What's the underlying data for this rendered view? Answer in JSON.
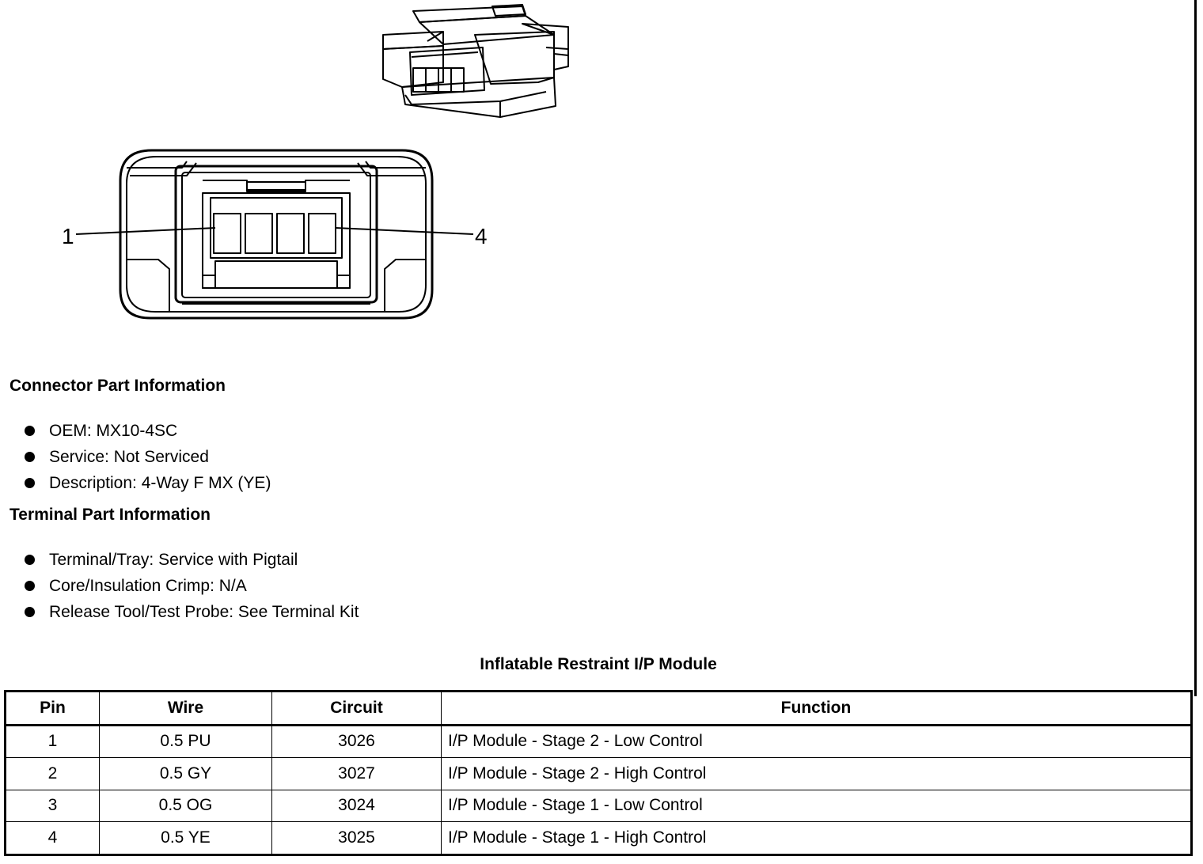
{
  "diagram": {
    "pin_label_left": "1",
    "pin_label_right": "4"
  },
  "connector_info": {
    "heading": "Connector Part Information",
    "items": [
      "OEM: MX10-4SC",
      "Service: Not Serviced",
      "Description: 4-Way F MX (YE)"
    ]
  },
  "terminal_info": {
    "heading": "Terminal Part Information",
    "items": [
      "Terminal/Tray: Service with Pigtail",
      "Core/Insulation Crimp: N/A",
      "Release Tool/Test Probe: See Terminal Kit"
    ]
  },
  "table": {
    "title": "Inflatable Restraint I/P Module",
    "headers": [
      "Pin",
      "Wire",
      "Circuit",
      "Function"
    ],
    "rows": [
      {
        "pin": "1",
        "wire": "0.5 PU",
        "circuit": "3026",
        "function": "I/P Module - Stage 2 - Low Control"
      },
      {
        "pin": "2",
        "wire": "0.5 GY",
        "circuit": "3027",
        "function": "I/P Module - Stage 2 - High Control"
      },
      {
        "pin": "3",
        "wire": "0.5 OG",
        "circuit": "3024",
        "function": "I/P Module - Stage 1 - Low Control"
      },
      {
        "pin": "4",
        "wire": "0.5 YE",
        "circuit": "3025",
        "function": "I/P Module - Stage 1 - High Control"
      }
    ]
  }
}
